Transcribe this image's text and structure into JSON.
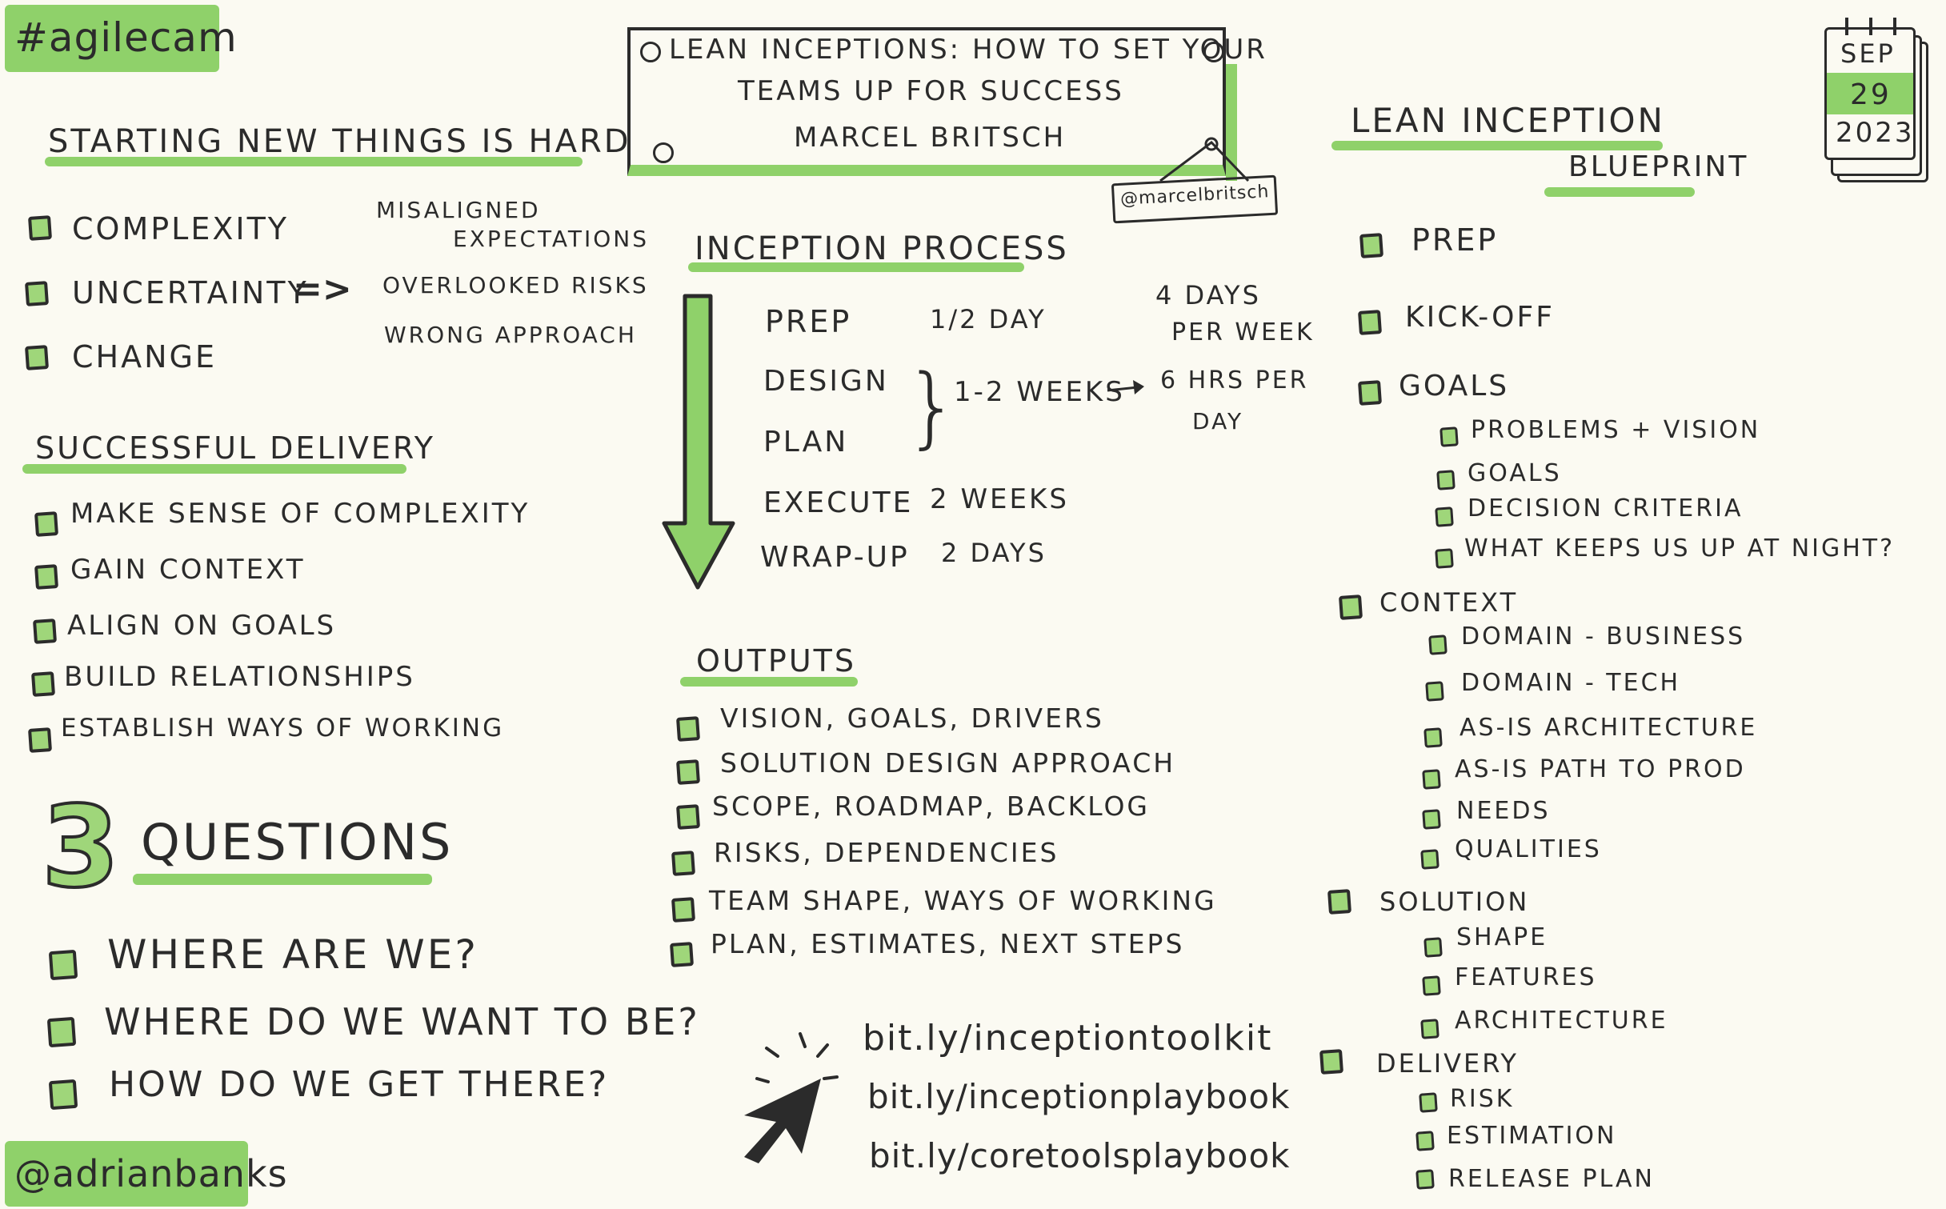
{
  "tags": {
    "event": "#agilecam",
    "author": "@adrianbanks",
    "speaker_handle": "@marcelbritsch"
  },
  "title": {
    "line1": "Lean Inceptions: How to set your",
    "line2": "Teams up for success",
    "speaker": "Marcel Britsch"
  },
  "date": {
    "month": "SEP",
    "day": "29",
    "year": "2023"
  },
  "hard": {
    "heading": "Starting new things is hard",
    "items": [
      "Complexity",
      "Uncertainty",
      "Change"
    ],
    "arrow": "=>",
    "results": [
      "Misaligned",
      "Expectations",
      "Overlooked risks",
      "Wrong approach"
    ]
  },
  "delivery": {
    "heading": "Successful delivery",
    "items": [
      "Make sense of complexity",
      "Gain context",
      "Align on goals",
      "Build relationships",
      "Establish ways of working"
    ]
  },
  "questions": {
    "number": "3",
    "heading": "Questions",
    "items": [
      "Where are we?",
      "Where do we want to be?",
      "How do we get there?"
    ]
  },
  "process": {
    "heading": "Inception Process",
    "stages": [
      "Prep",
      "Design",
      "Plan",
      "Execute",
      "Wrap-up"
    ],
    "prep_time": "1/2 day",
    "design_plan_time": "1-2 weeks",
    "execute_time": "2 weeks",
    "wrap_time": "2 days",
    "note1": "4 days",
    "note2": "per week",
    "note3": "6 hrs per",
    "note4": "day"
  },
  "outputs": {
    "heading": "Outputs",
    "items": [
      "Vision, goals, drivers",
      "Solution design approach",
      "Scope, roadmap, backlog",
      "Risks, dependencies",
      "Team shape, ways of working",
      "Plan, estimates, next steps"
    ]
  },
  "links": [
    "bit.ly/inceptiontoolkit",
    "bit.ly/inceptionplaybook",
    "bit.ly/coretoolsplaybook"
  ],
  "blueprint": {
    "heading1": "Lean Inception",
    "heading2": "Blueprint",
    "prep": "Prep",
    "kickoff": "Kick-off",
    "goals": "Goals",
    "goals_items": [
      "Problems + vision",
      "Goals",
      "Decision criteria",
      "What keeps us up at night?"
    ],
    "context": "Context",
    "context_items": [
      "Domain - Business",
      "Domain - Tech",
      "As-is Architecture",
      "As-is path to prod",
      "Needs",
      "Qualities"
    ],
    "solution": "Solution",
    "solution_items": [
      "Shape",
      "Features",
      "Architecture"
    ],
    "delivery": "Delivery",
    "delivery_items": [
      "Risk",
      "Estimation",
      "Release plan"
    ]
  },
  "colors": {
    "highlight": "#8fd16a",
    "ink": "#2b2b2b",
    "paper": "#fbfaf2",
    "box_fill": "#9fd67a"
  }
}
